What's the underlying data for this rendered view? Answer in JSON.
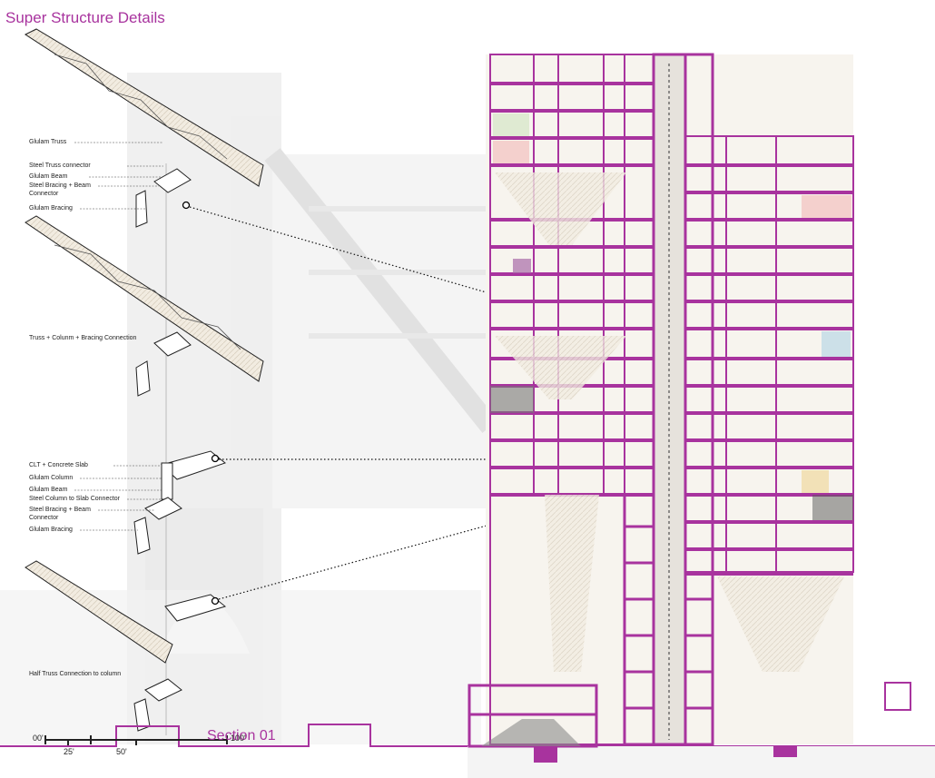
{
  "title": "Super Structure Details",
  "section_label": "Section 01",
  "detail_labels": {
    "glulam_truss": "Glulam Truss",
    "steel_truss_connector": "Steel Truss connector",
    "glulam_beam_1": "Glulam Beam",
    "steel_bracing_beam_1a": "Steel Bracing + Beam",
    "steel_bracing_beam_1b": "Connector",
    "glulam_bracing_1": "Glulam Bracing",
    "truss_column_bracing": "Truss + Colunm + Bracing Connection",
    "clt_slab": "CLT + Concrete Slab",
    "glulam_column": "Glulam Column",
    "glulam_beam_2": "Glulam Beam",
    "steel_column_slab": "Steel Column to Slab Connector",
    "steel_bracing_beam_2a": "Steel Bracing + Beam",
    "steel_bracing_beam_2b": "Connector",
    "glulam_bracing_2": "Glulam Bracing",
    "half_truss": "Half Truss Connection to column"
  },
  "scale_bar": {
    "t0": "00'",
    "t25": "25'",
    "t50": "50'",
    "t100": "100'"
  },
  "colors": {
    "accent": "#a8339e",
    "line": "#222222",
    "ghost": "#dcdcdc"
  }
}
